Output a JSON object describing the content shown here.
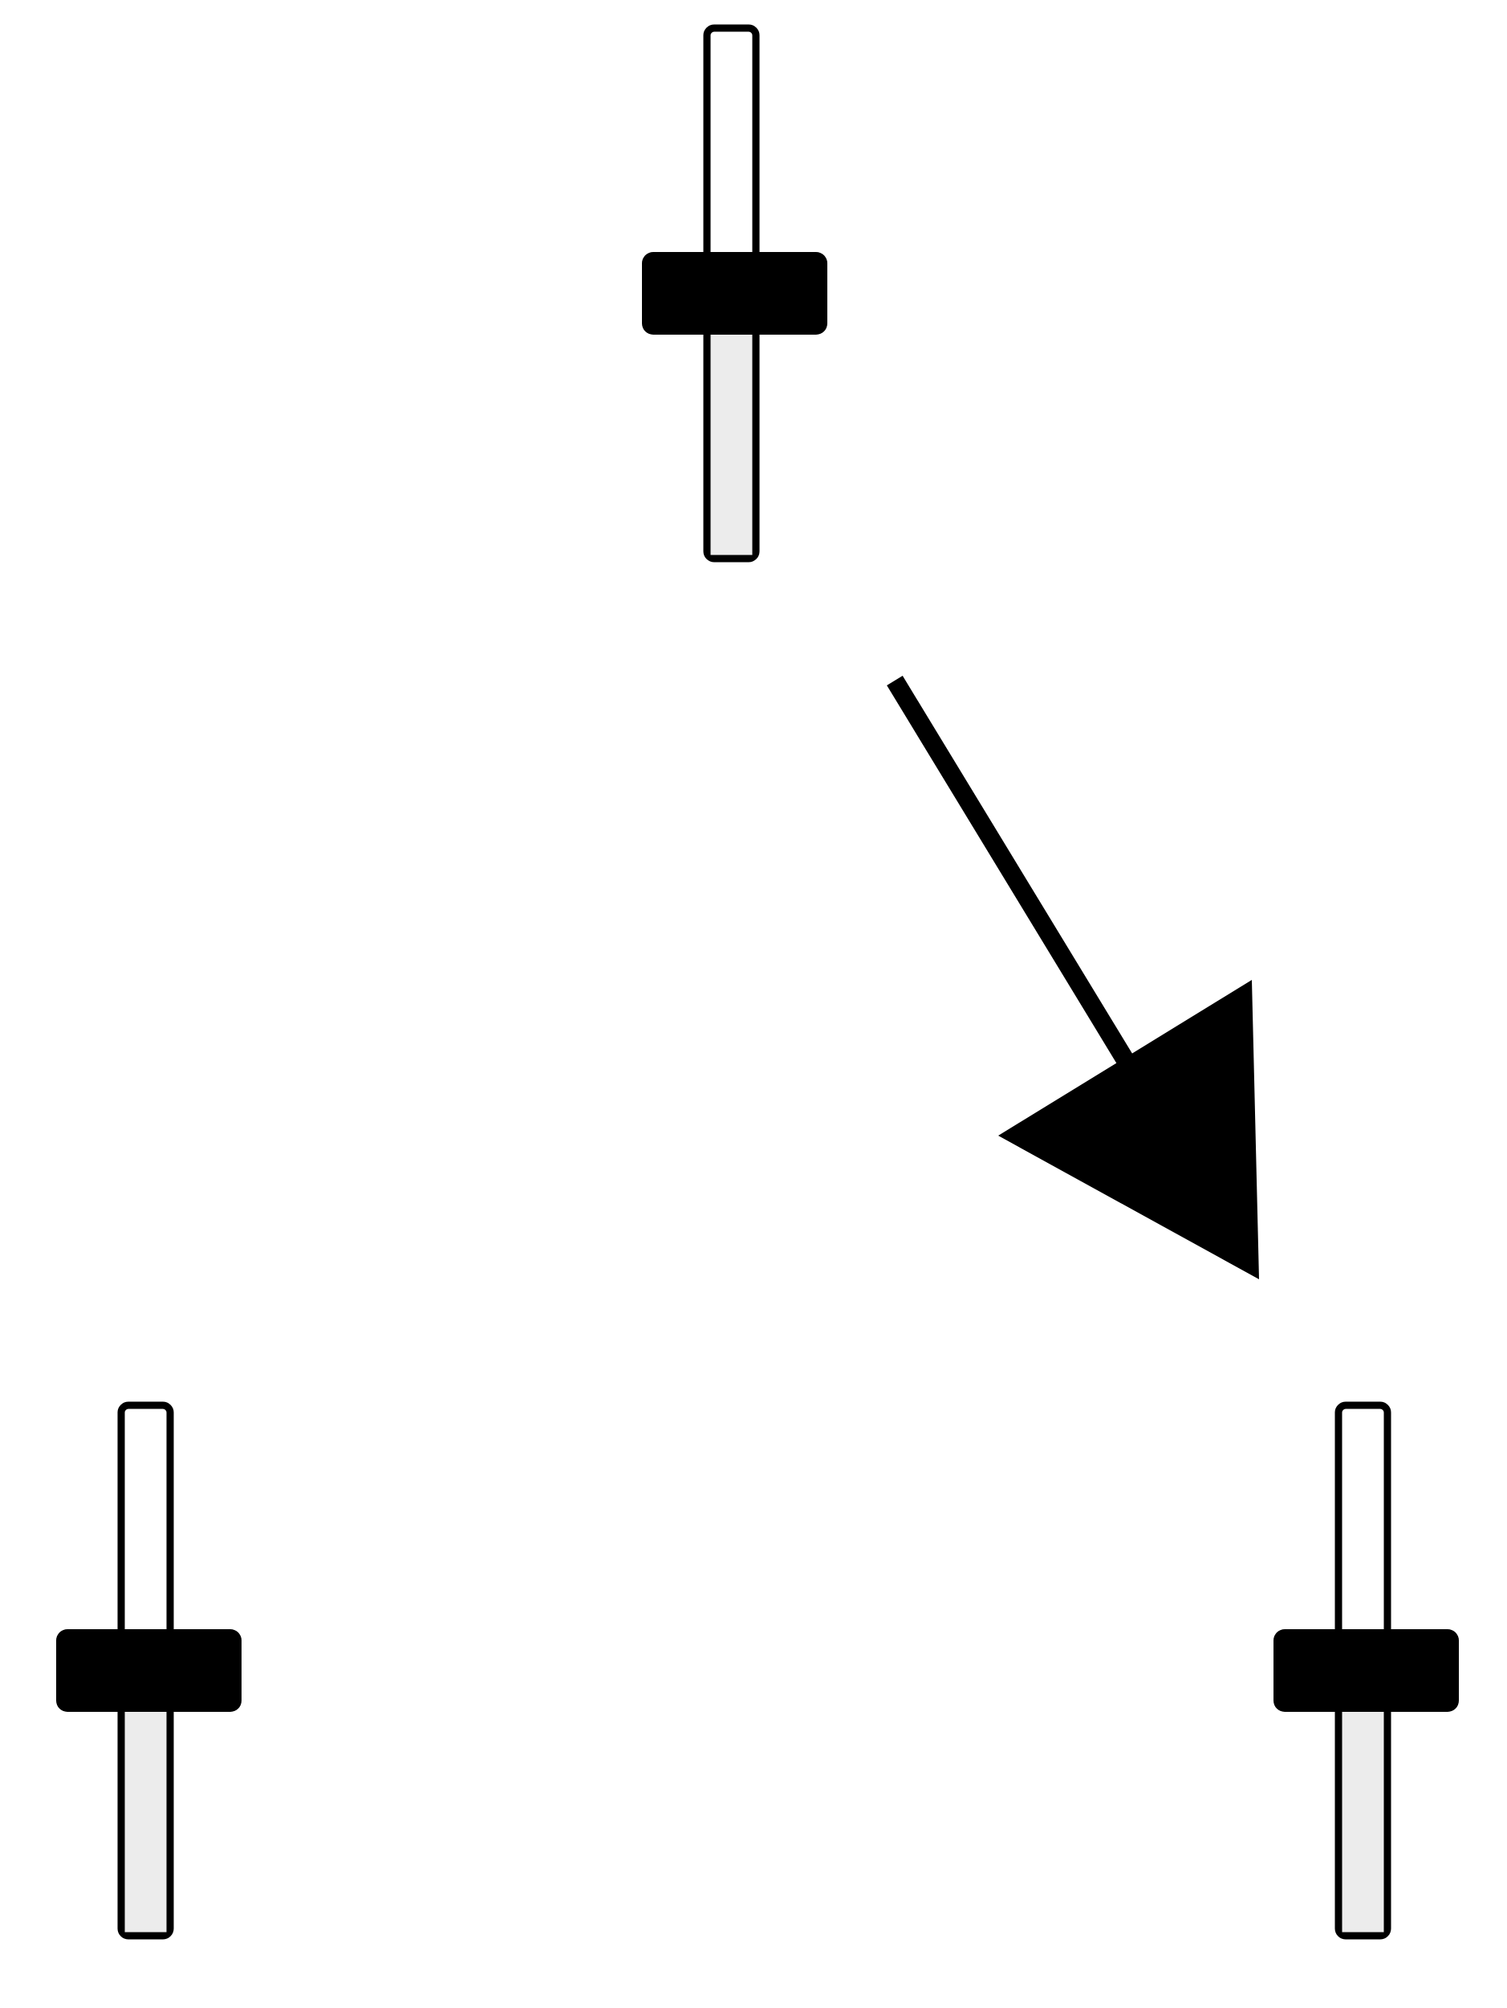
{
  "diagram": {
    "colors": {
      "background": "#ffffff",
      "stroke": "#000000",
      "track_upper": "#ffffff",
      "track_lower": "#ececec",
      "thumb": "#000000",
      "arrow": "#000000"
    },
    "sliders": [
      {
        "id": "top",
        "level": 0.5
      },
      {
        "id": "bottom-left",
        "level": 0.5
      },
      {
        "id": "bottom-right",
        "level": 0.5
      }
    ],
    "arrow": {
      "from": "top-slider",
      "to": "bottom-right-slider",
      "icon": "arrow-down-right-icon"
    }
  }
}
